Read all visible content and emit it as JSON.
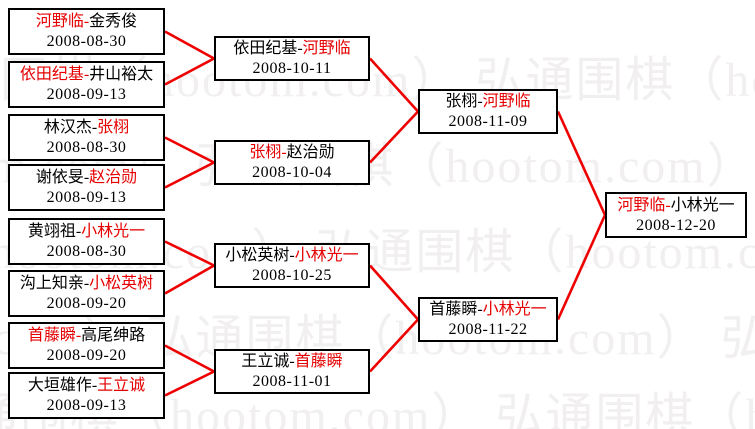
{
  "separator": "-",
  "watermark": {
    "row_text": "弘通围棋（hootom.com） 弘通围棋（hootom.com） 弘通围棋（hootom.com）"
  },
  "colors": {
    "winner_red": "#e60000",
    "line_red": "#ee0000",
    "box_border": "#000000",
    "watermark_gray": "#f1efef",
    "background": "#ffffff"
  },
  "rounds": {
    "r1": [
      {
        "p1": "河野临",
        "p2": "金秀俊",
        "winner": "p1",
        "date": "2008-08-30"
      },
      {
        "p1": "依田纪基",
        "p2": "井山裕太",
        "winner": "p1",
        "date": "2008-09-13"
      },
      {
        "p1": "林汉杰",
        "p2": "张栩",
        "winner": "p2",
        "date": "2008-08-30"
      },
      {
        "p1": "谢依旻",
        "p2": "赵治勋",
        "winner": "p2",
        "date": "2008-09-13"
      },
      {
        "p1": "黄翊祖",
        "p2": "小林光一",
        "winner": "p2",
        "date": "2008-08-30"
      },
      {
        "p1": "沟上知亲",
        "p2": "小松英树",
        "winner": "p2",
        "date": "2008-09-20"
      },
      {
        "p1": "首藤瞬",
        "p2": "高尾绅路",
        "winner": "p1",
        "date": "2008-09-20"
      },
      {
        "p1": "大垣雄作",
        "p2": "王立诚",
        "winner": "p2",
        "date": "2008-09-13"
      }
    ],
    "r2": [
      {
        "p1": "依田纪基",
        "p2": "河野临",
        "winner": "p2",
        "date": "2008-10-11"
      },
      {
        "p1": "张栩",
        "p2": "赵治勋",
        "winner": "p1",
        "date": "2008-10-04"
      },
      {
        "p1": "小松英树",
        "p2": "小林光一",
        "winner": "p2",
        "date": "2008-10-25"
      },
      {
        "p1": "王立诚",
        "p2": "首藤瞬",
        "winner": "p2",
        "date": "2008-11-01"
      }
    ],
    "sf": [
      {
        "p1": "张栩",
        "p2": "河野临",
        "winner": "p2",
        "date": "2008-11-09"
      },
      {
        "p1": "首藤瞬",
        "p2": "小林光一",
        "winner": "p2",
        "date": "2008-11-22"
      }
    ],
    "final": {
      "p1": "河野临",
      "p2": "小林光一",
      "winner": "p1",
      "date": "2008-12-20"
    }
  }
}
